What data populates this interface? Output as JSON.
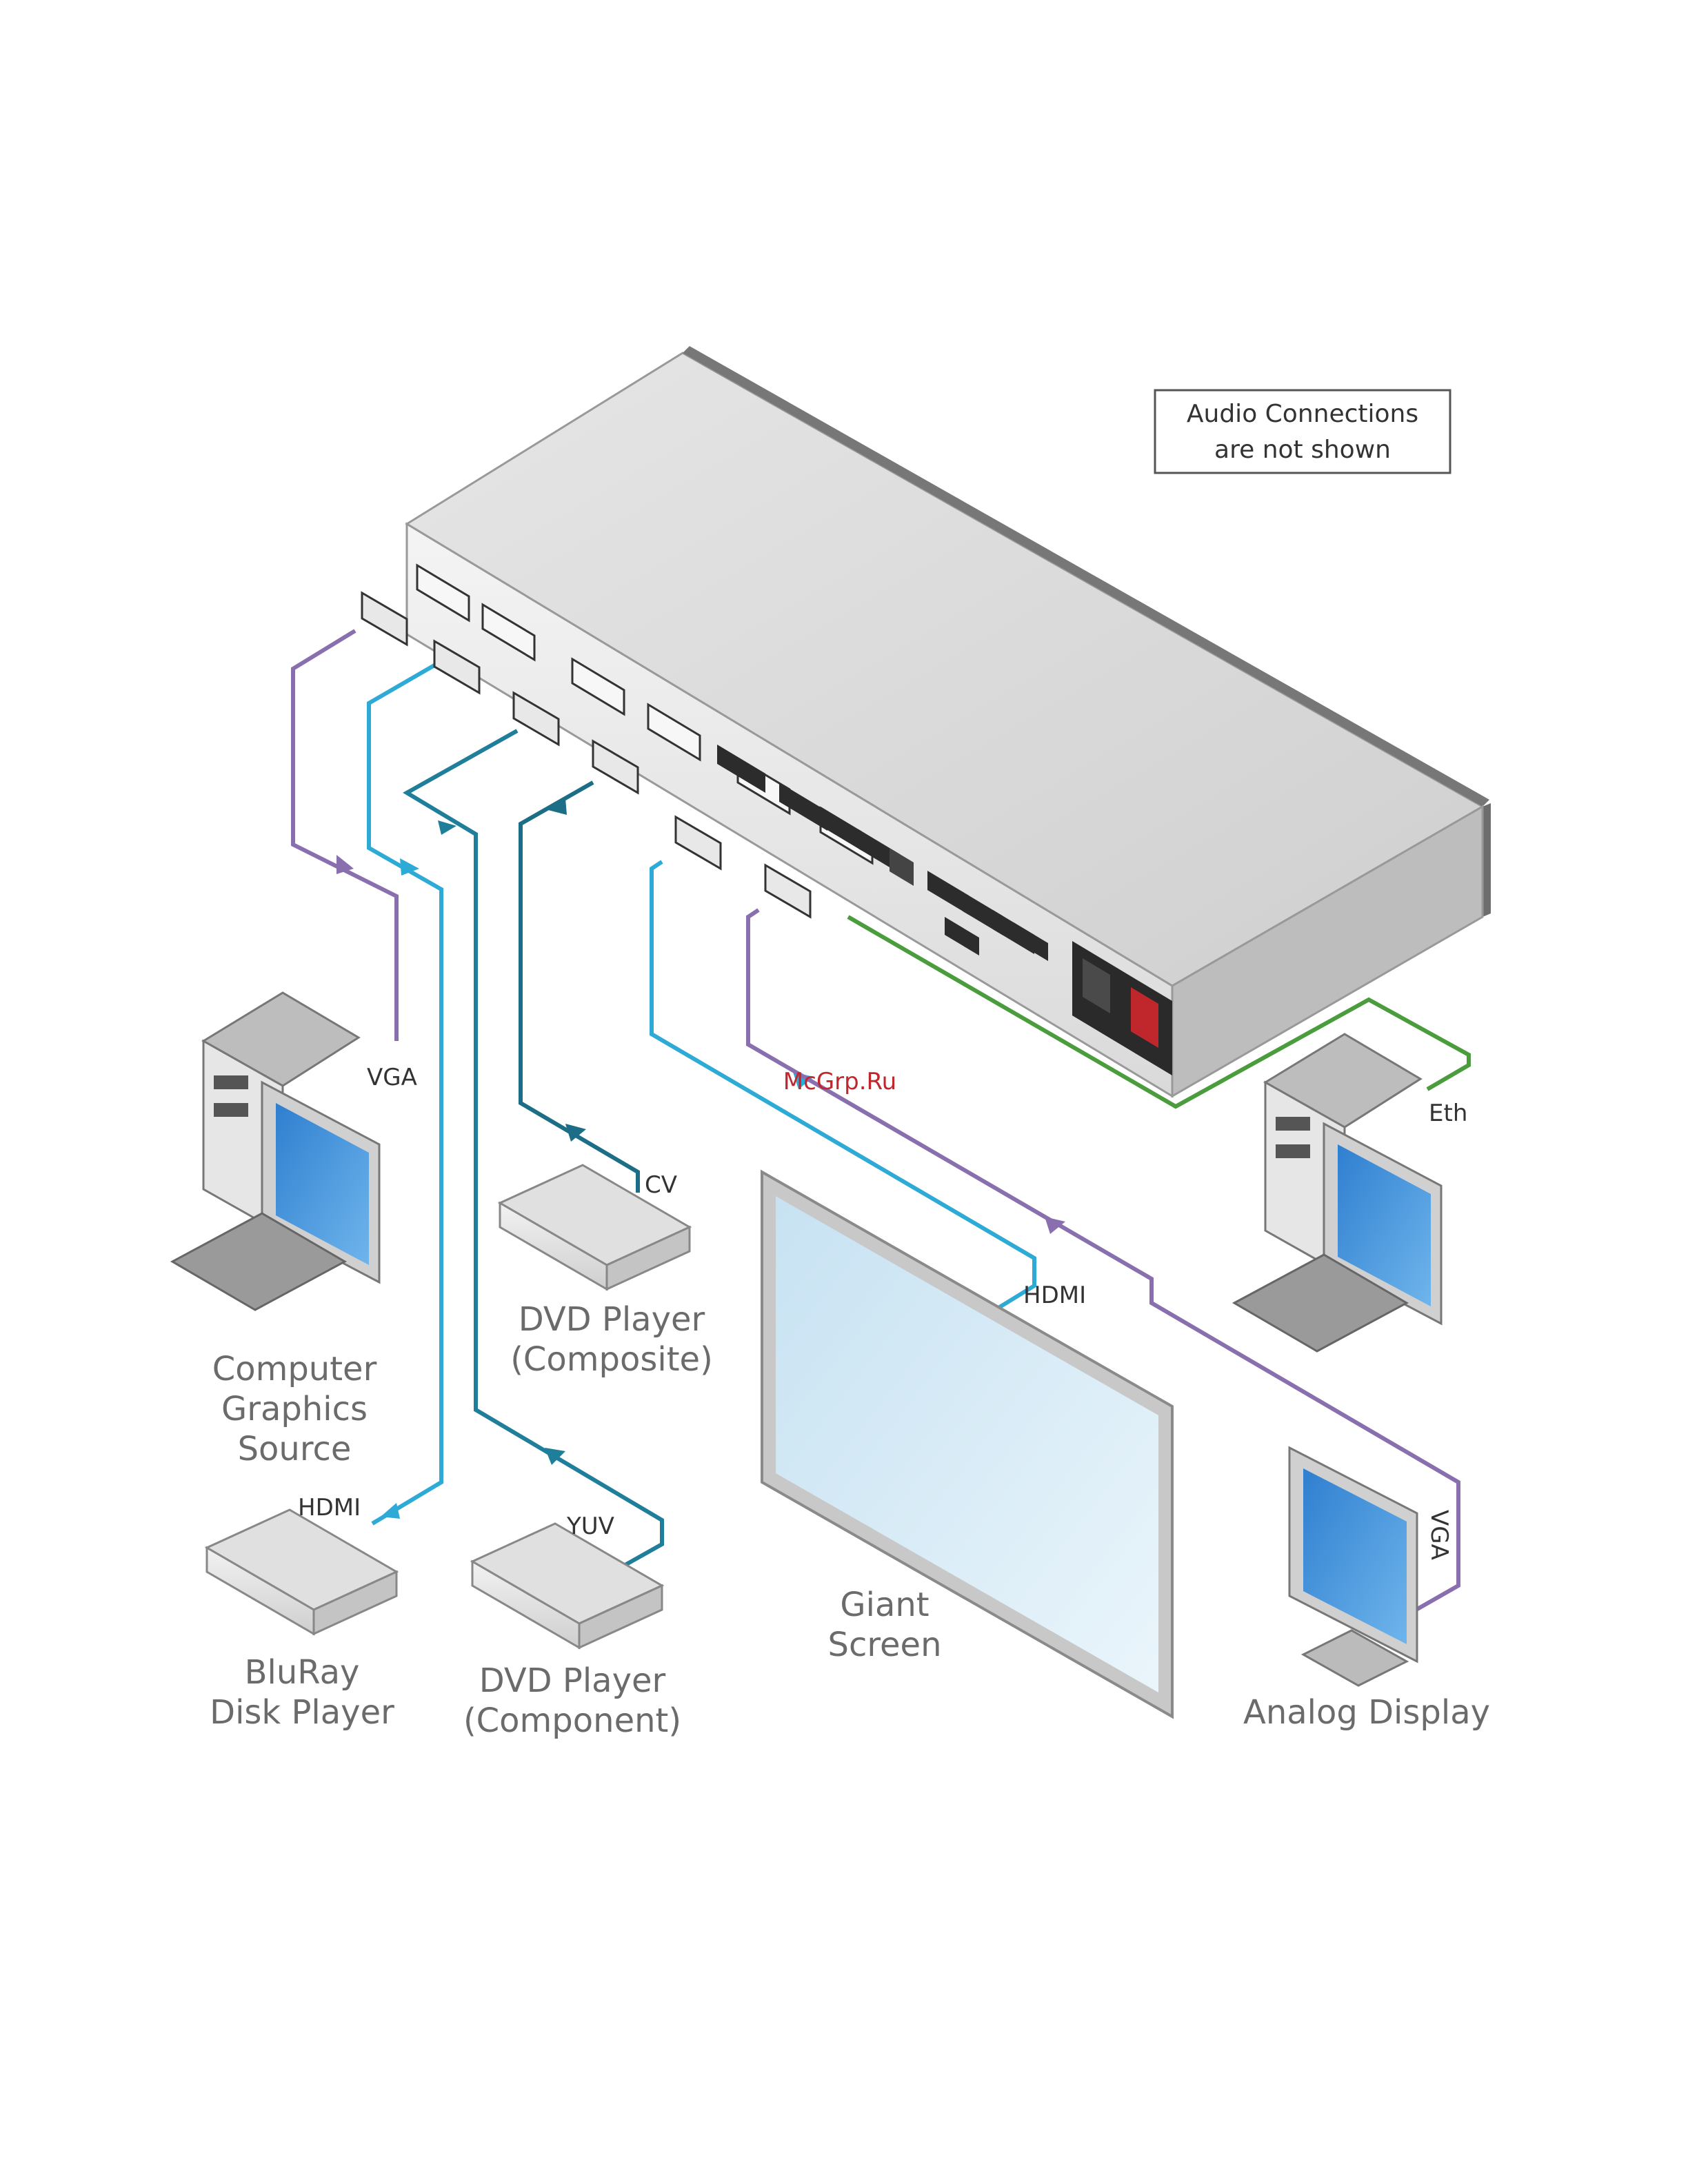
{
  "note": {
    "line1": "Audio Connections",
    "line2": "are not shown"
  },
  "watermark": "McGrp.Ru",
  "devices": {
    "computer": [
      "Computer",
      "Graphics",
      "Source"
    ],
    "dvd_composite": [
      "DVD Player",
      "(Composite)"
    ],
    "bluray": [
      "BluRay",
      "Disk Player"
    ],
    "dvd_component": [
      "DVD Player",
      "(Component)"
    ],
    "giant_screen": [
      "Giant",
      "Screen"
    ],
    "analog_display": [
      "Analog Display"
    ]
  },
  "cables": {
    "vga_in": "VGA",
    "cv": "CV",
    "hdmi_in": "HDMI",
    "yuv": "YUV",
    "hdmi_out": "HDMI",
    "eth": "Eth",
    "vga_out": "VGA"
  },
  "colors": {
    "vga": "#8a6fae",
    "hdmi": "#2eaad6",
    "component": "#1f7f9a",
    "composite": "#1b6e86",
    "ethernet": "#4a9c3c",
    "watermark": "#c0272d"
  }
}
